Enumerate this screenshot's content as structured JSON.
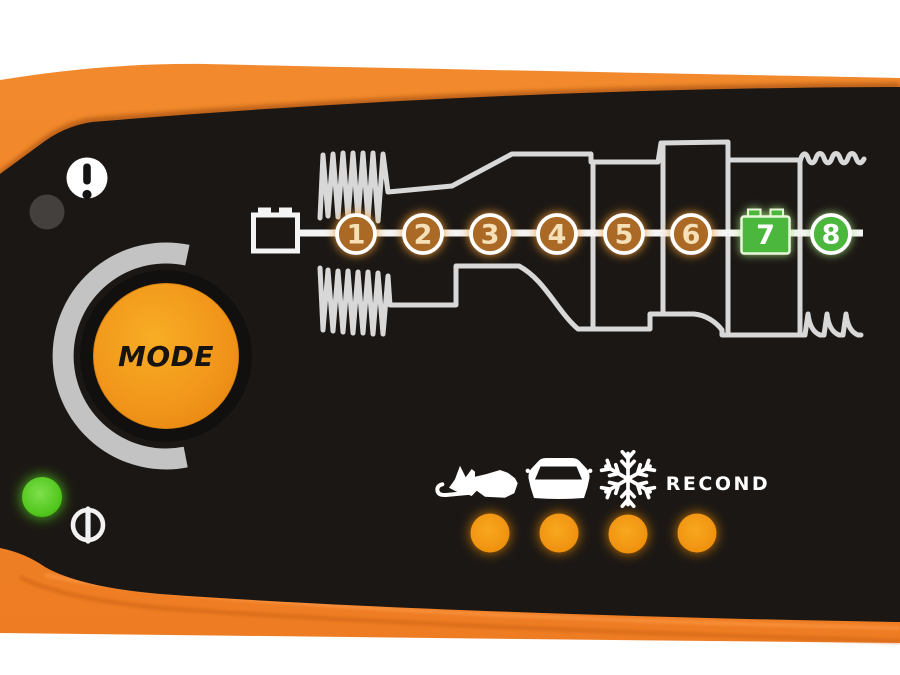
{
  "device": "battery-charger-control-panel",
  "mode_button": {
    "label": "MODE"
  },
  "charge_steps": {
    "labels": [
      "1",
      "2",
      "3",
      "4",
      "5",
      "6",
      "7",
      "8"
    ],
    "step_colors": [
      "orange",
      "orange",
      "orange",
      "orange",
      "orange",
      "orange",
      "green",
      "green"
    ],
    "active_step": "7"
  },
  "mode_icons": [
    {
      "name": "snowmobile"
    },
    {
      "name": "car"
    },
    {
      "name": "snowflake"
    },
    {
      "name": "recond",
      "label": "RECOND"
    }
  ],
  "status_leds": {
    "warning_led": "off",
    "power_led": "on-green",
    "mode_leds": [
      "orange",
      "orange",
      "orange",
      "orange"
    ]
  },
  "colors": {
    "body_orange": "#ef7f26",
    "panel_black": "#1b1714",
    "step_orange_fill": "#aa6a26",
    "step_green_fill": "#4cb83e",
    "led_green": "#52c81f",
    "led_orange": "#f39c15",
    "arc_gray": "#c3c3c3"
  }
}
